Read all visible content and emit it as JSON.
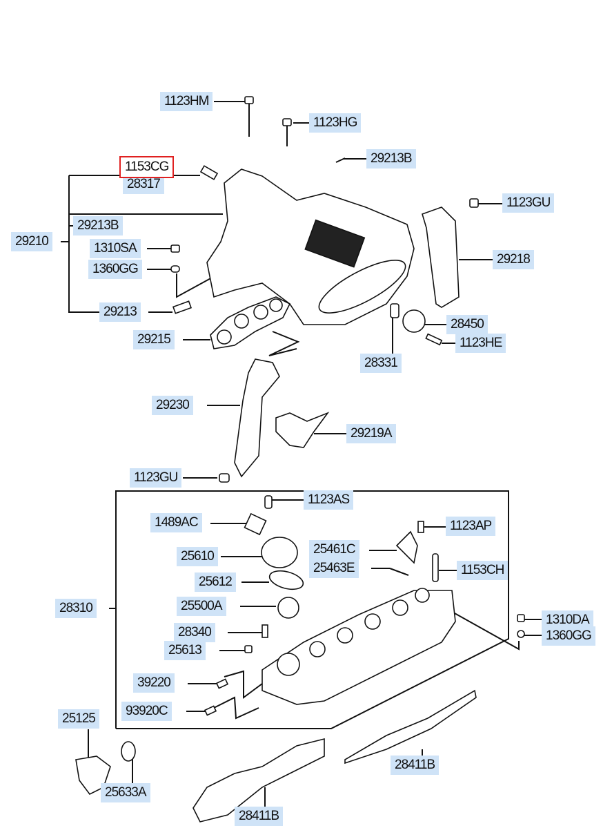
{
  "diagram": {
    "title": "Intake Manifold Assembly",
    "highlight_color": "#e02020",
    "label_bg_color": "#cfe3f7",
    "selected_part": "1153CG",
    "labels": [
      {
        "id": "1123HM",
        "text": "1123HM"
      },
      {
        "id": "1123HG",
        "text": "1123HG"
      },
      {
        "id": "29213B_top",
        "text": "29213B"
      },
      {
        "id": "1153CG",
        "text": "1153CG"
      },
      {
        "id": "28317",
        "text": "28317"
      },
      {
        "id": "1123GU_top",
        "text": "1123GU"
      },
      {
        "id": "29213B_left",
        "text": "29213B"
      },
      {
        "id": "29210",
        "text": "29210"
      },
      {
        "id": "1310SA",
        "text": "1310SA"
      },
      {
        "id": "1360GG_top",
        "text": "1360GG"
      },
      {
        "id": "29218",
        "text": "29218"
      },
      {
        "id": "29213",
        "text": "29213"
      },
      {
        "id": "28450",
        "text": "28450"
      },
      {
        "id": "29215",
        "text": "29215"
      },
      {
        "id": "1123HE",
        "text": "1123HE"
      },
      {
        "id": "28331",
        "text": "28331"
      },
      {
        "id": "29230",
        "text": "29230"
      },
      {
        "id": "29219A",
        "text": "29219A"
      },
      {
        "id": "1123GU_bottom",
        "text": "1123GU"
      },
      {
        "id": "1123AS",
        "text": "1123AS"
      },
      {
        "id": "1489AC",
        "text": "1489AC"
      },
      {
        "id": "1123AP",
        "text": "1123AP"
      },
      {
        "id": "25610",
        "text": "25610"
      },
      {
        "id": "25461C",
        "text": "25461C"
      },
      {
        "id": "25463E",
        "text": "25463E"
      },
      {
        "id": "1153CH",
        "text": "1153CH"
      },
      {
        "id": "25612",
        "text": "25612"
      },
      {
        "id": "28310",
        "text": "28310"
      },
      {
        "id": "25500A",
        "text": "25500A"
      },
      {
        "id": "1310DA",
        "text": "1310DA"
      },
      {
        "id": "28340",
        "text": "28340"
      },
      {
        "id": "1360GG_bottom",
        "text": "1360GG"
      },
      {
        "id": "25613",
        "text": "25613"
      },
      {
        "id": "39220",
        "text": "39220"
      },
      {
        "id": "93920C",
        "text": "93920C"
      },
      {
        "id": "25125",
        "text": "25125"
      },
      {
        "id": "28411B_right",
        "text": "28411B"
      },
      {
        "id": "25633A",
        "text": "25633A"
      },
      {
        "id": "28411B_bottom",
        "text": "28411B"
      }
    ]
  }
}
